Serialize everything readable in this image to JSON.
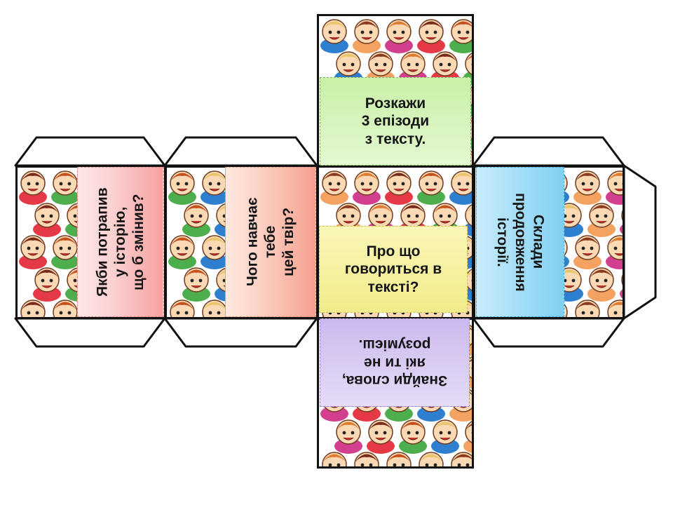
{
  "cards": {
    "left": {
      "lines": [
        "Якби потрапив",
        "у історію,",
        "що б змінив?"
      ]
    },
    "second": {
      "lines": [
        "Чого навчає",
        "тебе",
        "цей твір?"
      ]
    },
    "top": {
      "lines": [
        "Розкажи",
        "3 епізоди",
        "з тексту."
      ]
    },
    "center": {
      "lines": [
        "Про що",
        "говориться в",
        "тексті?"
      ]
    },
    "bottom": {
      "lines": [
        "Знайди слова,",
        "які ти не",
        "розумієш."
      ]
    },
    "right": {
      "lines": [
        "Склади",
        "продовження",
        "історії."
      ]
    }
  },
  "colors": {
    "outline": "#111111",
    "pink": "#f7a0a0",
    "peach": "#f6a08e",
    "green": "#c9f0a8",
    "yellow": "#f2ec8a",
    "lilac": "#cbb9ee",
    "blue": "#7fd0f2"
  },
  "illustration": "cartoon-children"
}
